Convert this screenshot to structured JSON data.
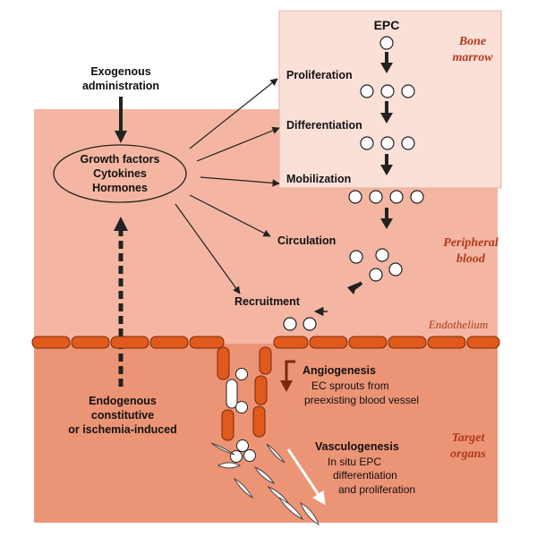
{
  "labels": {
    "epc": "EPC",
    "bone_marrow_1": "Bone",
    "bone_marrow_2": "marrow",
    "proliferation": "Proliferation",
    "differentiation": "Differentiation",
    "mobilization": "Mobilization",
    "circulation": "Circulation",
    "recruitment": "Recruitment",
    "peripheral_blood_1": "Peripheral",
    "peripheral_blood_2": "blood",
    "endothelium": "Endothelium",
    "target_organs_1": "Target",
    "target_organs_2": "organs",
    "exogenous_1": "Exogenous",
    "exogenous_2": "administration",
    "growth_factors": "Growth factors",
    "cytokines": "Cytokines",
    "hormones": "Hormones",
    "endogenous_1": "Endogenous",
    "endogenous_2": "constitutive",
    "endogenous_3": "or ischemia-induced",
    "angiogenesis_title": "Angiogenesis",
    "angiogenesis_1": "EC sprouts from",
    "angiogenesis_2": "preexisting blood vessel",
    "vasculogenesis_title": "Vasculogenesis",
    "vasculogenesis_1": "In situ EPC",
    "vasculogenesis_2": "differentiation",
    "vasculogenesis_3": "and proliferation"
  },
  "colors": {
    "bone_marrow_fill": "#fbe0d8",
    "blood_fill": "#f4b6a2",
    "tissue_fill": "#ec9476",
    "endothelial_cell": "#e05a1c",
    "region_text": "#b23a1a",
    "arrow": "#222222"
  }
}
